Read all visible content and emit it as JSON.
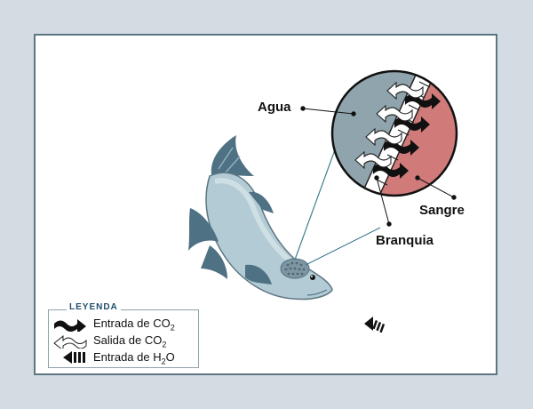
{
  "labels": {
    "water": "Agua",
    "blood": "Sangre",
    "gill": "Branquia"
  },
  "legend": {
    "title": "LEYENDA",
    "items": [
      {
        "icon": "co2-in-arrow-icon",
        "text": "Entrada de CO",
        "sub": "2",
        "suffix": ""
      },
      {
        "icon": "co2-out-arrow-icon",
        "text": "Salida de CO",
        "sub": "2",
        "suffix": ""
      },
      {
        "icon": "water-in-arrow-icon",
        "text": "Entrada de H",
        "sub": "2",
        "suffix": "O"
      }
    ]
  },
  "colors": {
    "water": "#8fa4ad",
    "blood": "#d07a7a",
    "fish_body": "#a9c3cd",
    "fish_fin": "#4e7183",
    "panel_border": "#5d7682"
  }
}
